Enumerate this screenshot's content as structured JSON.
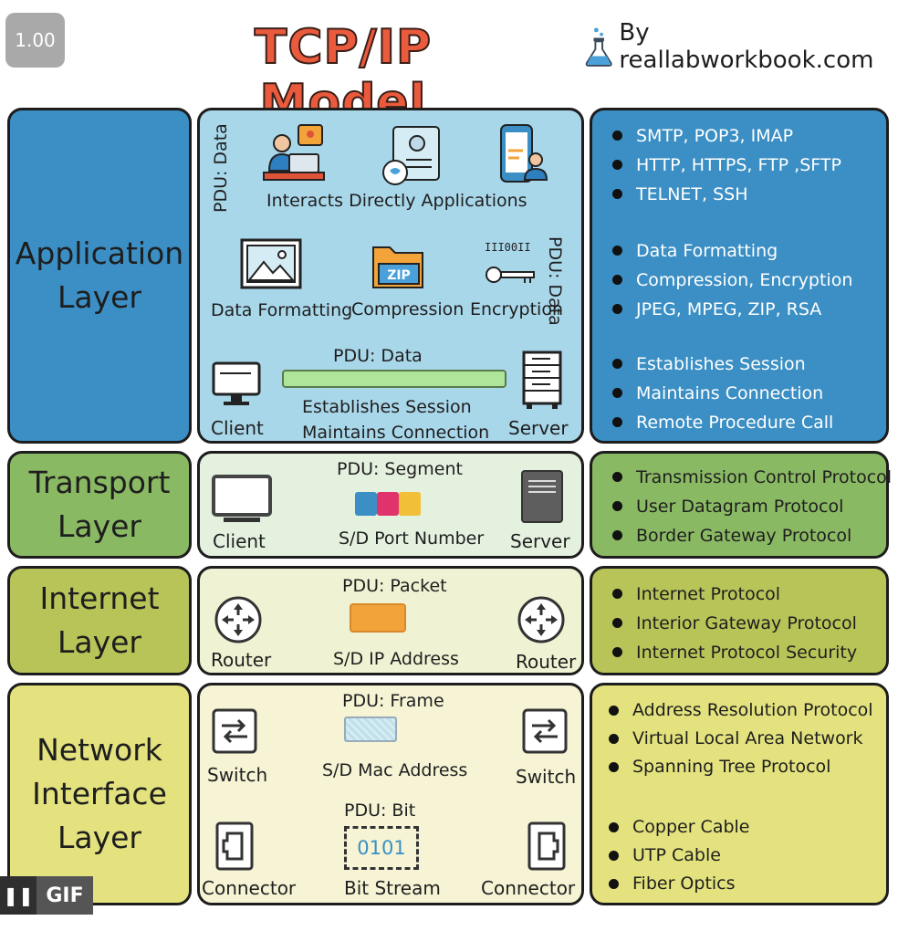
{
  "header": {
    "speed_badge": "1.00",
    "title": "TCP/IP Model",
    "byline": "By reallabworkbook.com"
  },
  "layers": {
    "application": {
      "label": "Application\nLayer",
      "pdu_top": "PDU: Data",
      "interacts": "Interacts Directly Applications",
      "data_formatting": "Data Formatting",
      "compression": "Compression",
      "encryption": "Encryption",
      "pdu_right": "PDU: Data",
      "pdu_mid": "PDU: Data",
      "client": "Client",
      "server": "Server",
      "session1": "Establishes Session",
      "session2": "Maintains Connection",
      "bullets": [
        "SMTP, POP3, IMAP",
        "HTTP, HTTPS, FTP ,SFTP",
        "TELNET, SSH",
        "Data Formatting",
        "Compression, Encryption",
        "JPEG, MPEG, ZIP, RSA",
        "Establishes Session",
        "Maintains Connection",
        "Remote Procedure Call"
      ]
    },
    "transport": {
      "label": "Transport\nLayer",
      "pdu": "PDU: Segment",
      "client": "Client",
      "port": "S/D Port Number",
      "server": "Server",
      "bullets": [
        "Transmission Control Protocol",
        "User Datagram Protocol",
        "Border Gateway Protocol"
      ]
    },
    "internet": {
      "label": "Internet\nLayer",
      "pdu": "PDU: Packet",
      "router_left": "Router",
      "ip": "S/D IP Address",
      "router_right": "Router",
      "bullets": [
        "Internet Protocol",
        "Interior Gateway Protocol",
        "Internet Protocol Security"
      ]
    },
    "network_interface": {
      "label": "Network\nInterface\nLayer",
      "pdu_frame": "PDU: Frame",
      "switch_left": "Switch",
      "mac": "S/D Mac Address",
      "switch_right": "Switch",
      "pdu_bit": "PDU: Bit",
      "bits": "0101",
      "connector_left": "Connector",
      "bitstream": "Bit Stream",
      "connector_right": "Connector",
      "bullets": [
        "Address Resolution Protocol",
        "Virtual Local Area Network",
        "Spanning Tree Protocol",
        "Copper Cable",
        "UTP Cable",
        "Fiber Optics"
      ]
    }
  },
  "gif_badge": "GIF",
  "colors": {
    "application": "#3b8fc4",
    "transport": "#8ab964",
    "internet": "#b8c458",
    "network_interface": "#e3e27e",
    "title": "#ea5a3c"
  }
}
